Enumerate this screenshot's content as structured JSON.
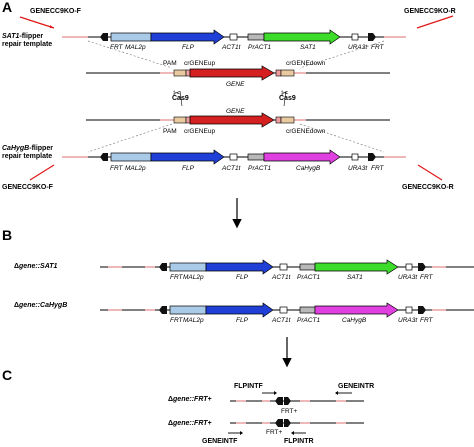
{
  "panels": {
    "a": "A",
    "b": "B",
    "c": "C"
  },
  "primers": {
    "ko_f": "GENECC9KO-F",
    "ko_r": "GENECC9KO-R",
    "ko_r_top": "GENECC9KO-R",
    "flpintf": "FLPINTF",
    "geneintr": "GENEINTR",
    "geneintf": "GENEINTF",
    "flpintr": "FLPINTR"
  },
  "templates": {
    "sat1_line1": "SAT1",
    "sat1_line1_rest": "-flipper",
    "sat1_line2": "repair template",
    "hyg_line1": "CaHygB",
    "hyg_line1_rest": "-flipper",
    "hyg_line2": "repair template"
  },
  "elements": {
    "frt": "FRT",
    "mal2p": "MAL2p",
    "flp": "FLP",
    "act1t": "ACT1t",
    "pract1": "PrACT1",
    "sat1": "SAT1",
    "ura3t": "URA3t",
    "cahygb": "CaHygB",
    "gene": "GENE",
    "pam": "PAM",
    "crgeneup": "crGENEup",
    "crgenedown": "crGENEdown",
    "cas9": "Cas9",
    "frt_plus": "FRT+"
  },
  "strains": {
    "b1_prefix": "Δ",
    "b1_name": "gene",
    "b1_suffix": "::SAT1",
    "b2_prefix": "Δ",
    "b2_name": "gene",
    "b2_suffix": "::CaHygB",
    "c1_prefix": "Δ",
    "c1_name": "gene",
    "c1_suffix": "::FRT+",
    "c2_prefix": "Δ",
    "c2_name": "gene",
    "c2_suffix": "::FRT+"
  },
  "colors": {
    "flp": "#1f3fd6",
    "sat1": "#3ddc2a",
    "cahygb": "#e040e0",
    "gene": "#d42020",
    "mal2p": "#a9cbe8",
    "pract1": "#b8b8b8",
    "pam": "#f0a0a0",
    "crgene": "#e8c9a0",
    "primer": "#e01818"
  }
}
